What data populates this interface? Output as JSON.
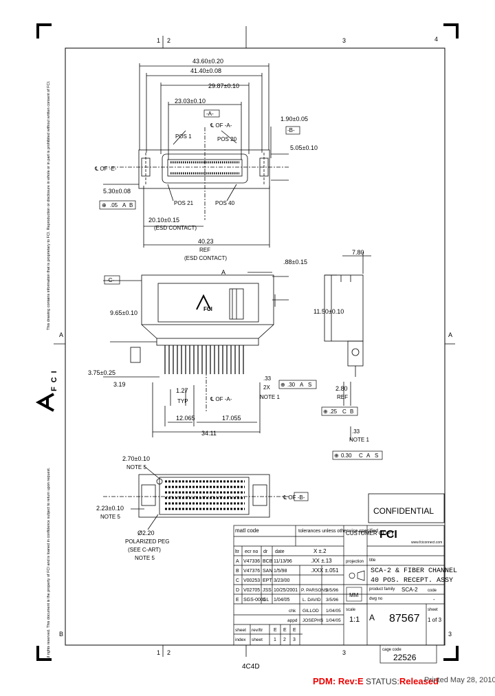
{
  "frame": {
    "col_labels_top": [
      "1",
      "2",
      "3",
      "4"
    ],
    "col_labels_bottom": [
      "1",
      "2",
      "3"
    ],
    "row_labels": [
      "A",
      "B"
    ],
    "sheet_size_label": "4C4D"
  },
  "side_notice": {
    "top": "This drawing contains information that is proprietary to FCI. Reproduction or disclosure in whole or in part is prohibited without written consent of FCI.",
    "logo": "FCI",
    "bottom": "All rights reserved. This document is the property of FCI and is loaned in confidence subject to return upon request."
  },
  "top_view": {
    "dims": [
      "43.60±0.20",
      "41.40±0.08",
      "29.87±0.10",
      "23.03±0.10",
      "-A-",
      "1.90±0.05",
      "-B-",
      "5.05±0.10",
      "5.30±0.08",
      "20.10±0.15",
      "(ESD CONTACT)",
      "40.23",
      "REF",
      "(ESD CONTACT)"
    ],
    "labels": [
      "POS 1",
      "℄ OF -A-",
      "POS 20",
      "POS 21",
      "POS 40",
      "℄ OF -E-"
    ],
    "fcf": [
      ".05",
      "A",
      "B"
    ]
  },
  "front_view": {
    "dims": [
      "-C-",
      "A",
      ".88±0.15",
      "9.65±0.10",
      "3.75±0.25",
      "3.19",
      "1.27",
      "TYP",
      "12.065",
      "17.055",
      "34.11",
      ".33",
      "2X",
      "NOTE 1"
    ],
    "labels": [
      "℄ OF -A-"
    ],
    "fcf": [
      ".30",
      "A",
      "S"
    ]
  },
  "side_view": {
    "dims": [
      "7.80",
      "11.50±0.10",
      "2.80",
      "REF",
      ".33",
      "NOTE 1"
    ],
    "fcf1": [
      ".25",
      "C",
      "B"
    ],
    "fcf2": [
      "0.30",
      "C",
      "A",
      "S"
    ]
  },
  "bottom_view": {
    "dims": [
      "2.70±0.10",
      "NOTE 5",
      "2.23±0.10",
      "NOTE 5"
    ],
    "labels": [
      "℄ OF -B-",
      "Ø2.20",
      "POLARIZED PEG",
      "(SEE C-ART)",
      "NOTE 5"
    ]
  },
  "confidential": "CONFIDENTIAL",
  "title_block": {
    "matl_code": "matl code",
    "tolerances": "tolerances unless otherwise specified",
    "customer_copy": "CUSTOMER COPY",
    "logo": "FCI",
    "website": "www.fciconnect.com",
    "tol_rows": [
      "X ±.2",
      ".XX ±.13",
      ".XXX ±.051"
    ],
    "rev_header": [
      "ltr",
      "ecr no",
      "dr",
      "date"
    ],
    "revisions": [
      [
        "A",
        "V47336",
        "BCB",
        "11/13/96"
      ],
      [
        "B",
        "V47376",
        "SAN",
        "1/5/98"
      ],
      [
        "C",
        "V00253",
        "EPT",
        "3/23/00"
      ],
      [
        "D",
        "V02705",
        "JSS",
        "10/25/2001"
      ],
      [
        "E",
        "SGS-0001",
        "GL",
        "1/04/05"
      ]
    ],
    "approvals": [
      [
        "P. PARSONS",
        "3/5/96"
      ],
      [
        "L. DAVID",
        "3/5/96"
      ],
      [
        "GILLOD",
        "1/04/05"
      ],
      [
        "JOSEPHS",
        "1/04/05"
      ]
    ],
    "approval_roles": [
      "dr",
      "chk",
      "appd"
    ],
    "title_label": "title",
    "title": "SCA-2 & FIBER CHANNEL 40 POS. RECEPT. ASSY",
    "projection": "projection",
    "product_family_label": "product family",
    "product_family": "SCA-2",
    "unit": "MM",
    "scale_label": "scale",
    "scale": "1:1",
    "size": "A",
    "dwg_label": "dwg no",
    "dwg_no": "87567",
    "code_label": "code",
    "code": "-",
    "sheet_label": "sheet",
    "sheet": "1 of 3",
    "cage_label": "cage code",
    "cage": "22526",
    "index_rows": {
      "sheet_label": "sheet",
      "sheet_vals": [
        "1",
        "2",
        "3"
      ],
      "revstat_label": "rev/ltr",
      "revstat_vals": [
        "E",
        "E",
        "E"
      ],
      "index_label": "index"
    }
  },
  "footer": {
    "pdm": "PDM: Rev:E",
    "status_label": "STATUS:",
    "status_value": "Released",
    "printed": "Printed May 28, 2010"
  }
}
